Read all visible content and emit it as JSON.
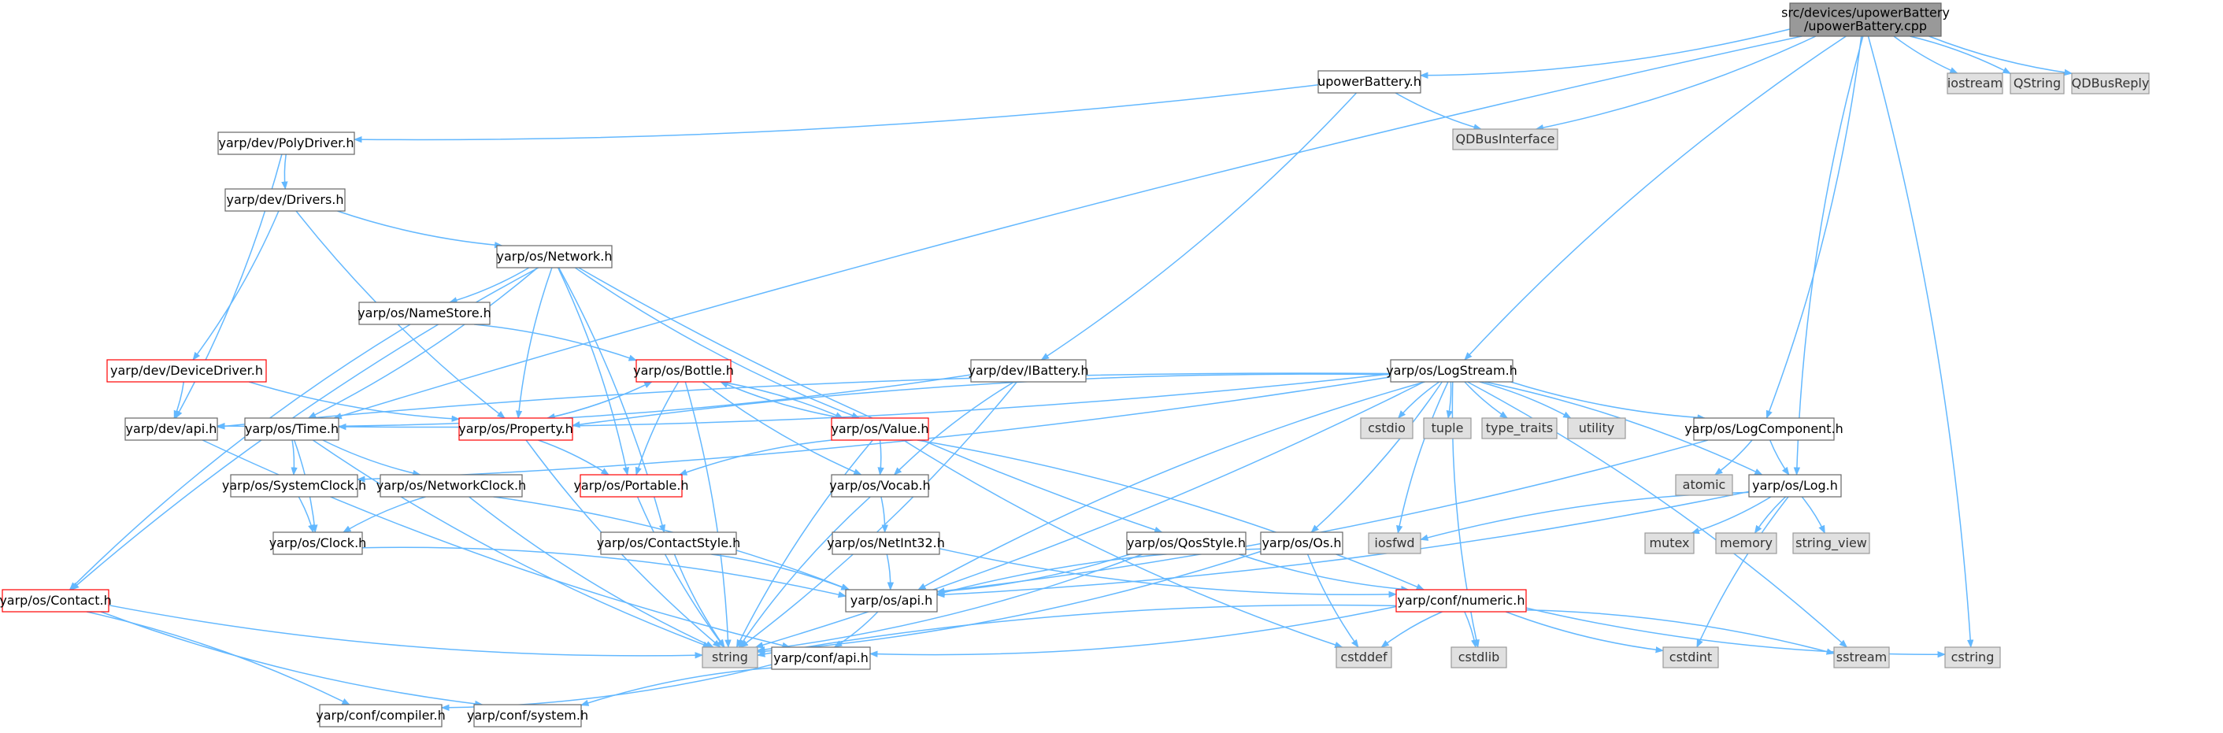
{
  "graph": {
    "root": [
      "src/devices/upowerBattery",
      "/upowerBattery.cpp"
    ],
    "nodes": {
      "upowerBattery_h": "upowerBattery.h",
      "iostream": "iostream",
      "QString": "QString",
      "QDBusReply": "QDBusReply",
      "QDBusInterface": "QDBusInterface",
      "PolyDriver": "yarp/dev/PolyDriver.h",
      "Drivers": "yarp/dev/Drivers.h",
      "Network": "yarp/os/Network.h",
      "NameStore": "yarp/os/NameStore.h",
      "DeviceDriver": "yarp/dev/DeviceDriver.h",
      "Bottle": "yarp/os/Bottle.h",
      "IBattery": "yarp/dev/IBattery.h",
      "LogStream": "yarp/os/LogStream.h",
      "dev_api": "yarp/dev/api.h",
      "Time": "yarp/os/Time.h",
      "Property": "yarp/os/Property.h",
      "Value": "yarp/os/Value.h",
      "cstdio": "cstdio",
      "tuple": "tuple",
      "type_traits": "type_traits",
      "utility": "utility",
      "LogComponent": "yarp/os/LogComponent.h",
      "SystemClock": "yarp/os/SystemClock.h",
      "NetworkClock": "yarp/os/NetworkClock.h",
      "Portable": "yarp/os/Portable.h",
      "Vocab": "yarp/os/Vocab.h",
      "atomic": "atomic",
      "Log": "yarp/os/Log.h",
      "Clock": "yarp/os/Clock.h",
      "NetInt32": "yarp/os/NetInt32.h",
      "ContactStyle": "yarp/os/ContactStyle.h",
      "QosStyle": "yarp/os/QosStyle.h",
      "Os": "yarp/os/Os.h",
      "iosfwd": "iosfwd",
      "mutex": "mutex",
      "memory": "memory",
      "string_view": "string_view",
      "Contact": "yarp/os/Contact.h",
      "os_api": "yarp/os/api.h",
      "numeric": "yarp/conf/numeric.h",
      "string": "string",
      "conf_api": "yarp/conf/api.h",
      "cstddef": "cstddef",
      "cstdlib": "cstdlib",
      "cstdint": "cstdint",
      "sstream": "sstream",
      "cstring": "cstring",
      "compiler": "yarp/conf/compiler.h",
      "system": "yarp/conf/system.h"
    },
    "truncated": [
      "DeviceDriver",
      "Bottle",
      "Property",
      "Value",
      "Portable",
      "Contact",
      "numeric"
    ],
    "system": [
      "iostream",
      "QString",
      "QDBusReply",
      "QDBusInterface",
      "cstdio",
      "tuple",
      "type_traits",
      "utility",
      "atomic",
      "iosfwd",
      "mutex",
      "memory",
      "string_view",
      "string",
      "cstddef",
      "cstdlib",
      "cstdint",
      "sstream",
      "cstring"
    ],
    "edges": [
      [
        "root",
        "upowerBattery_h"
      ],
      [
        "root",
        "iostream"
      ],
      [
        "root",
        "QString"
      ],
      [
        "root",
        "QDBusReply"
      ],
      [
        "root",
        "QDBusInterface"
      ],
      [
        "root",
        "LogStream"
      ],
      [
        "root",
        "LogComponent"
      ],
      [
        "root",
        "Log"
      ],
      [
        "root",
        "cstring"
      ],
      [
        "root",
        "Time"
      ],
      [
        "upowerBattery_h",
        "PolyDriver"
      ],
      [
        "upowerBattery_h",
        "QDBusInterface"
      ],
      [
        "upowerBattery_h",
        "IBattery"
      ],
      [
        "PolyDriver",
        "Drivers"
      ],
      [
        "PolyDriver",
        "dev_api"
      ],
      [
        "Drivers",
        "Network"
      ],
      [
        "Drivers",
        "DeviceDriver"
      ],
      [
        "Drivers",
        "Property"
      ],
      [
        "Network",
        "NameStore"
      ],
      [
        "Network",
        "Contact"
      ],
      [
        "Network",
        "Time"
      ],
      [
        "Network",
        "Property"
      ],
      [
        "Network",
        "Portable"
      ],
      [
        "Network",
        "Value"
      ],
      [
        "Network",
        "ContactStyle"
      ],
      [
        "Network",
        "QosStyle"
      ],
      [
        "NameStore",
        "Bottle"
      ],
      [
        "NameStore",
        "Contact"
      ],
      [
        "DeviceDriver",
        "dev_api"
      ],
      [
        "DeviceDriver",
        "Property"
      ],
      [
        "Bottle",
        "Property"
      ],
      [
        "Bottle",
        "Portable"
      ],
      [
        "Bottle",
        "Value"
      ],
      [
        "Bottle",
        "Vocab"
      ],
      [
        "Bottle",
        "string"
      ],
      [
        "Property",
        "Bottle"
      ],
      [
        "Property",
        "Portable"
      ],
      [
        "Property",
        "string"
      ],
      [
        "Value",
        "Bottle"
      ],
      [
        "Value",
        "Portable"
      ],
      [
        "Value",
        "Vocab"
      ],
      [
        "Value",
        "string"
      ],
      [
        "Value",
        "numeric"
      ],
      [
        "Value",
        "cstddef"
      ],
      [
        "IBattery",
        "dev_api"
      ],
      [
        "IBattery",
        "Vocab"
      ],
      [
        "IBattery",
        "string"
      ],
      [
        "LogStream",
        "dev_api"
      ],
      [
        "LogStream",
        "Time"
      ],
      [
        "LogStream",
        "Property"
      ],
      [
        "LogStream",
        "SystemClock"
      ],
      [
        "LogStream",
        "cstdio"
      ],
      [
        "LogStream",
        "tuple"
      ],
      [
        "LogStream",
        "type_traits"
      ],
      [
        "LogStream",
        "utility"
      ],
      [
        "LogStream",
        "LogComponent"
      ],
      [
        "LogStream",
        "Log"
      ],
      [
        "LogStream",
        "os_api"
      ],
      [
        "LogStream",
        "Os"
      ],
      [
        "LogStream",
        "iosfwd"
      ],
      [
        "LogStream",
        "sstream"
      ],
      [
        "LogStream",
        "cstdlib"
      ],
      [
        "LogStream",
        "string"
      ],
      [
        "dev_api",
        "conf_api"
      ],
      [
        "Time",
        "SystemClock"
      ],
      [
        "Time",
        "NetworkClock"
      ],
      [
        "Time",
        "Clock"
      ],
      [
        "Time",
        "string"
      ],
      [
        "SystemClock",
        "Clock"
      ],
      [
        "NetworkClock",
        "Clock"
      ],
      [
        "NetworkClock",
        "os_api"
      ],
      [
        "NetworkClock",
        "string"
      ],
      [
        "Clock",
        "os_api"
      ],
      [
        "Portable",
        "string"
      ],
      [
        "Vocab",
        "NetInt32"
      ],
      [
        "Vocab",
        "string"
      ],
      [
        "NetInt32",
        "os_api"
      ],
      [
        "NetInt32",
        "numeric"
      ],
      [
        "ContactStyle",
        "os_api"
      ],
      [
        "ContactStyle",
        "string"
      ],
      [
        "QosStyle",
        "os_api"
      ],
      [
        "QosStyle",
        "numeric"
      ],
      [
        "QosStyle",
        "string"
      ],
      [
        "Os",
        "os_api"
      ],
      [
        "Os",
        "string"
      ],
      [
        "Os",
        "cstddef"
      ],
      [
        "LogComponent",
        "atomic"
      ],
      [
        "LogComponent",
        "Log"
      ],
      [
        "LogComponent",
        "os_api"
      ],
      [
        "Log",
        "iosfwd"
      ],
      [
        "Log",
        "mutex"
      ],
      [
        "Log",
        "memory"
      ],
      [
        "Log",
        "string_view"
      ],
      [
        "Log",
        "cstdint"
      ],
      [
        "Log",
        "os_api"
      ],
      [
        "Contact",
        "string"
      ],
      [
        "Contact",
        "compiler"
      ],
      [
        "Contact",
        "system"
      ],
      [
        "os_api",
        "conf_api"
      ],
      [
        "numeric",
        "string"
      ],
      [
        "numeric",
        "conf_api"
      ],
      [
        "numeric",
        "cstddef"
      ],
      [
        "numeric",
        "cstdlib"
      ],
      [
        "numeric",
        "cstdint"
      ],
      [
        "numeric",
        "sstream"
      ],
      [
        "numeric",
        "cstring"
      ],
      [
        "conf_api",
        "compiler"
      ],
      [
        "conf_api",
        "system"
      ]
    ]
  },
  "colors": {
    "edge": "#63b8ff",
    "node_border": "#666666",
    "truncated_border": "#ff0000",
    "system_fill": "#e0e0e0",
    "root_fill": "#999999"
  }
}
